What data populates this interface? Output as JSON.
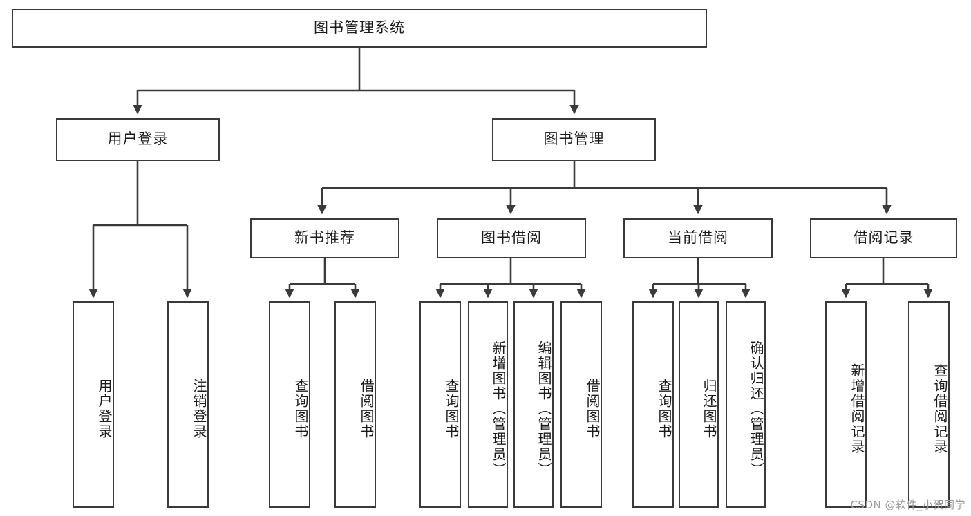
{
  "diagram": {
    "title": "图书管理系统",
    "type": "tree",
    "root": {
      "label": "图书管理系统"
    },
    "level1": [
      {
        "id": "user-login",
        "label": "用户登录"
      },
      {
        "id": "book-management",
        "label": "图书管理"
      }
    ],
    "level2": [
      {
        "id": "new-book-recommend",
        "label": "新书推荐",
        "parent": "book-management"
      },
      {
        "id": "book-borrow",
        "label": "图书借阅",
        "parent": "book-management"
      },
      {
        "id": "current-borrow",
        "label": "当前借阅",
        "parent": "book-management"
      },
      {
        "id": "borrow-record",
        "label": "借阅记录",
        "parent": "book-management"
      }
    ],
    "leaves": [
      {
        "id": "leaf-user-login",
        "label": "用户登录",
        "parent": "user-login"
      },
      {
        "id": "leaf-logout",
        "label": "注销登录",
        "parent": "user-login"
      },
      {
        "id": "leaf-query-book-1",
        "label": "查询图书",
        "parent": "new-book-recommend"
      },
      {
        "id": "leaf-borrow-book-1",
        "label": "借阅图书",
        "parent": "new-book-recommend"
      },
      {
        "id": "leaf-query-book-2",
        "label": "查询图书",
        "parent": "book-borrow"
      },
      {
        "id": "leaf-add-book",
        "label": "新增图书（管理员）",
        "parent": "book-borrow"
      },
      {
        "id": "leaf-edit-book",
        "label": "编辑图书（管理员）",
        "parent": "book-borrow"
      },
      {
        "id": "leaf-borrow-book-2",
        "label": "借阅图书",
        "parent": "book-borrow"
      },
      {
        "id": "leaf-query-book-3",
        "label": "查询图书",
        "parent": "current-borrow"
      },
      {
        "id": "leaf-return-book",
        "label": "归还图书",
        "parent": "current-borrow"
      },
      {
        "id": "leaf-confirm-return",
        "label": "确认归还（管理员）",
        "parent": "current-borrow"
      },
      {
        "id": "leaf-add-record",
        "label": "新增借阅记录",
        "parent": "borrow-record"
      },
      {
        "id": "leaf-query-record",
        "label": "查询借阅记录",
        "parent": "borrow-record"
      }
    ]
  },
  "watermark": {
    "text": "CSDN @软件_小贺同学"
  },
  "colors": {
    "stroke": "#3a3a3a",
    "text": "#1b1b1b",
    "background": "#ffffff",
    "watermark": "#9a9a9a"
  }
}
